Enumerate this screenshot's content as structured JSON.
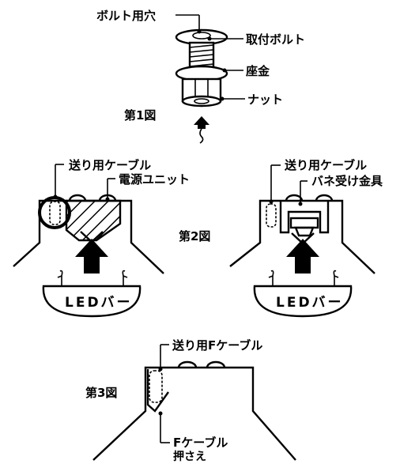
{
  "fig1": {
    "caption": "第1図",
    "labels": {
      "bolt_hole": "ボルト用穴",
      "mounting_bolt": "取付ボルト",
      "washer": "座金",
      "nut": "ナット"
    }
  },
  "fig2": {
    "caption": "第2図",
    "left": {
      "cable_label": "送り用ケーブル",
      "power_unit_label": "電源ユニット",
      "led_bar_label": "LEDバー"
    },
    "right": {
      "cable_label": "送り用ケーブル",
      "spring_bracket_label": "バネ受け金具",
      "led_bar_label": "LEDバー"
    }
  },
  "fig3": {
    "caption": "第3図",
    "f_cable_label": "送り用Fケーブル",
    "f_cable_holder_line1": "Fケーブル",
    "f_cable_holder_line2": "押さえ"
  }
}
